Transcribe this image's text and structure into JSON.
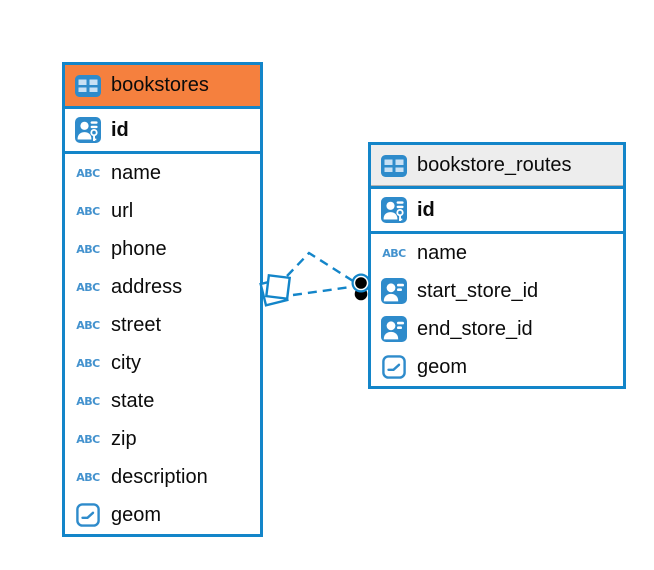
{
  "diagram": {
    "colors": {
      "table_border": "#1385C9",
      "icon_blue": "#2E8BCB",
      "abc_blue": "#4392CE",
      "header_orange": "#F5803E",
      "header_gray": "#EDEDED",
      "header_gray_edge": "#B3B3B3",
      "text": "#0B0B0B",
      "connector_blue": "#1385C9",
      "endpoint_black": "#000000"
    },
    "icons": {
      "abc_label": "ABC"
    },
    "tables": [
      {
        "name": "bookstores",
        "header_style": "orange",
        "primary_key": {
          "name": "id",
          "icon": "primary-key-user-icon"
        },
        "columns": [
          {
            "name": "name",
            "icon": "text-type-icon"
          },
          {
            "name": "url",
            "icon": "text-type-icon"
          },
          {
            "name": "phone",
            "icon": "text-type-icon"
          },
          {
            "name": "address",
            "icon": "text-type-icon"
          },
          {
            "name": "street",
            "icon": "text-type-icon"
          },
          {
            "name": "city",
            "icon": "text-type-icon"
          },
          {
            "name": "state",
            "icon": "text-type-icon"
          },
          {
            "name": "zip",
            "icon": "text-type-icon"
          },
          {
            "name": "description",
            "icon": "text-type-icon"
          },
          {
            "name": "geom",
            "icon": "geometry-type-icon"
          }
        ]
      },
      {
        "name": "bookstore_routes",
        "header_style": "gray",
        "primary_key": {
          "name": "id",
          "icon": "primary-key-user-icon"
        },
        "columns": [
          {
            "name": "name",
            "icon": "text-type-icon"
          },
          {
            "name": "start_store_id",
            "icon": "reference-user-icon"
          },
          {
            "name": "end_store_id",
            "icon": "reference-user-icon"
          },
          {
            "name": "geom",
            "icon": "geometry-type-icon"
          }
        ]
      }
    ],
    "relationship": {
      "from_table": "bookstores",
      "to_table": "bookstore_routes",
      "line_style": "dashed",
      "line_count": 2
    }
  }
}
